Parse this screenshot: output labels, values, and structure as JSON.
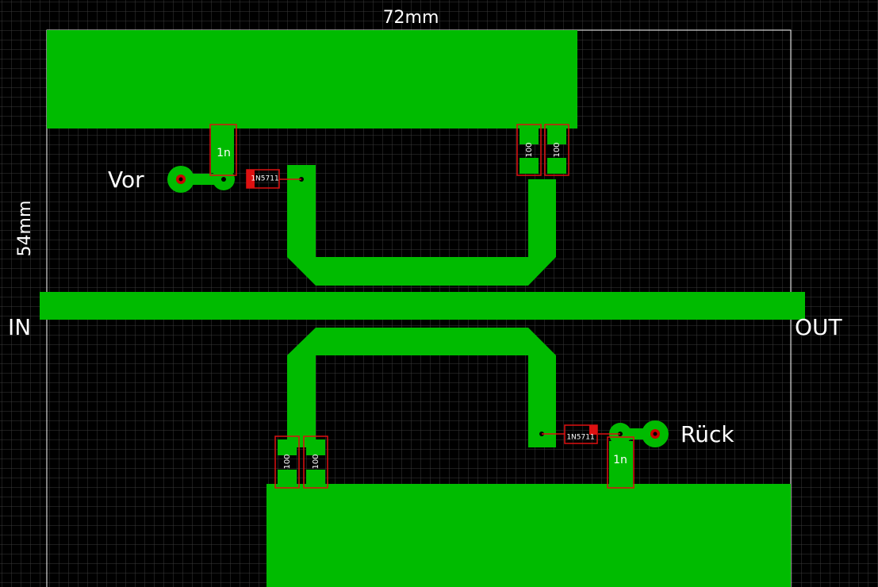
{
  "board": {
    "width_label": "72mm",
    "height_label": "54mm",
    "port_in": "IN",
    "port_out": "OUT"
  },
  "labels": {
    "forward": "Vor",
    "reverse": "Rück"
  },
  "components": {
    "cap_top": "1n",
    "cap_bottom": "1n",
    "res_top_1": "100",
    "res_top_2": "100",
    "res_bottom_1": "100",
    "res_bottom_2": "100",
    "diode_top": "1N5711",
    "diode_bottom": "1N5711"
  },
  "colors": {
    "background": "#000000",
    "grid": "#3a3a3a",
    "copper": "#00bb00",
    "silkscreen": "#ffffff",
    "outline": "#dd1111",
    "pad_center": "#cc0000"
  }
}
